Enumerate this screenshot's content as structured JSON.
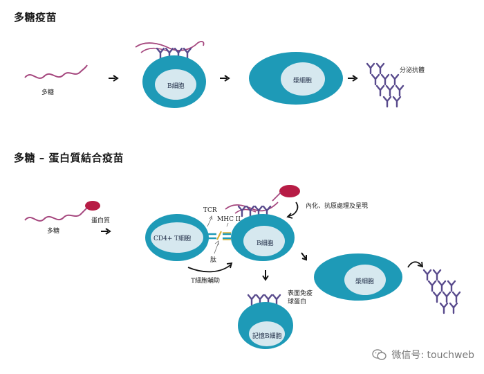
{
  "headings": {
    "polysaccharide": "多糖疫苗",
    "conjugate": "多糖 – 蛋白質結合疫苗"
  },
  "section1": {
    "polysaccharide_label": "多糖",
    "b_cell_label": "B細胞",
    "plasma_cell_label": "漿細胞",
    "antibody_label": "分泌抗體"
  },
  "section2": {
    "polysaccharide_label": "多糖",
    "protein_label": "蛋白質",
    "cd4_label": "CD4+ T細胞",
    "tcr_label": "TCR",
    "mhc_label": "MHC II",
    "peptide_label": "肽",
    "t_help_label": "T細胞輔助",
    "internalize_label": "內化、抗原處理及呈現",
    "b_cell_label": "B細胞",
    "plasma_cell_label": "漿細胞",
    "surface_ig_line1": "表面免疫",
    "surface_ig_line2": "球蛋白",
    "memory_b_label": "記憶B細胞"
  },
  "watermark": {
    "text": "微信号: touchweb"
  },
  "colors": {
    "cell_outer": "#1e9ab7",
    "nucleus": "#d6e8ef",
    "polysaccharide": "#a5477e",
    "antibody": "#584a8c",
    "protein": "#b71c45",
    "peptide": "#d9b23e"
  }
}
